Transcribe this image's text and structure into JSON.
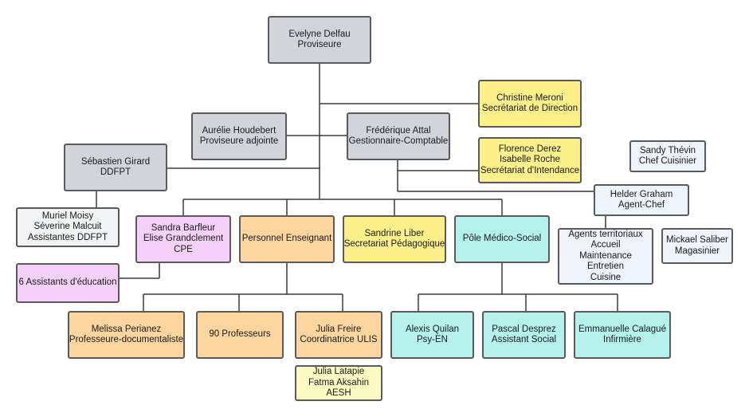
{
  "nodes": {
    "delfau": {
      "lines": [
        "Evelyne Delfau",
        "Proviseure"
      ]
    },
    "meroni": {
      "lines": [
        "Christine Meroni",
        "Secrétariat de Direction"
      ]
    },
    "houdebert": {
      "lines": [
        "Aurélie Houdebert",
        "Proviseure adjointe"
      ]
    },
    "attal": {
      "lines": [
        "Frédérique Attal",
        "Gestionnaire-Comptable"
      ]
    },
    "girard": {
      "lines": [
        "Sébastien Girard",
        "DDFPT"
      ]
    },
    "derez": {
      "lines": [
        "Florence Derez",
        "Isabelle Roche",
        "Secrétariat d'Intendance"
      ]
    },
    "thevin": {
      "lines": [
        "Sandy Thévin",
        "Chef Cuisinier"
      ]
    },
    "graham": {
      "lines": [
        "Helder Graham",
        "Agent-Chef"
      ]
    },
    "moisy": {
      "lines": [
        "Muriel Moisy",
        "Séverine Malcuit",
        "Assistantes DDFPT"
      ]
    },
    "cpe": {
      "lines": [
        "Sandra Barfleur",
        "Elise Grandclement",
        "CPE"
      ]
    },
    "enseignant": {
      "lines": [
        "Personnel Enseignant"
      ]
    },
    "liber": {
      "lines": [
        "Sandrine Liber",
        "Secretariat Pédagogique"
      ]
    },
    "medico": {
      "lines": [
        "Pôle Médico-Social"
      ]
    },
    "agents": {
      "lines": [
        "Agents territoriaux",
        "Accueil",
        "Maintenance",
        "Entretien",
        "Cuisine"
      ]
    },
    "saliber": {
      "lines": [
        "Mickael Saliber",
        "Magasinier"
      ]
    },
    "assistants": {
      "lines": [
        "6 Assistants d'éducation"
      ]
    },
    "perianez": {
      "lines": [
        "Melissa Perianez",
        "Professeure-documentaliste"
      ]
    },
    "profs": {
      "lines": [
        "90 Professeurs"
      ]
    },
    "freire": {
      "lines": [
        "Julia Freire",
        "Coordinatrice ULIS"
      ]
    },
    "quilan": {
      "lines": [
        "Alexis Quilan",
        "Psy-EN"
      ]
    },
    "desprez": {
      "lines": [
        "Pascal Desprez",
        "Assistant Social"
      ]
    },
    "calague": {
      "lines": [
        "Emmanuelle Calagué",
        "Infirmière"
      ]
    },
    "latapie": {
      "lines": [
        "Julia Latapie",
        "Fatma Aksahin",
        "AESH"
      ]
    }
  }
}
